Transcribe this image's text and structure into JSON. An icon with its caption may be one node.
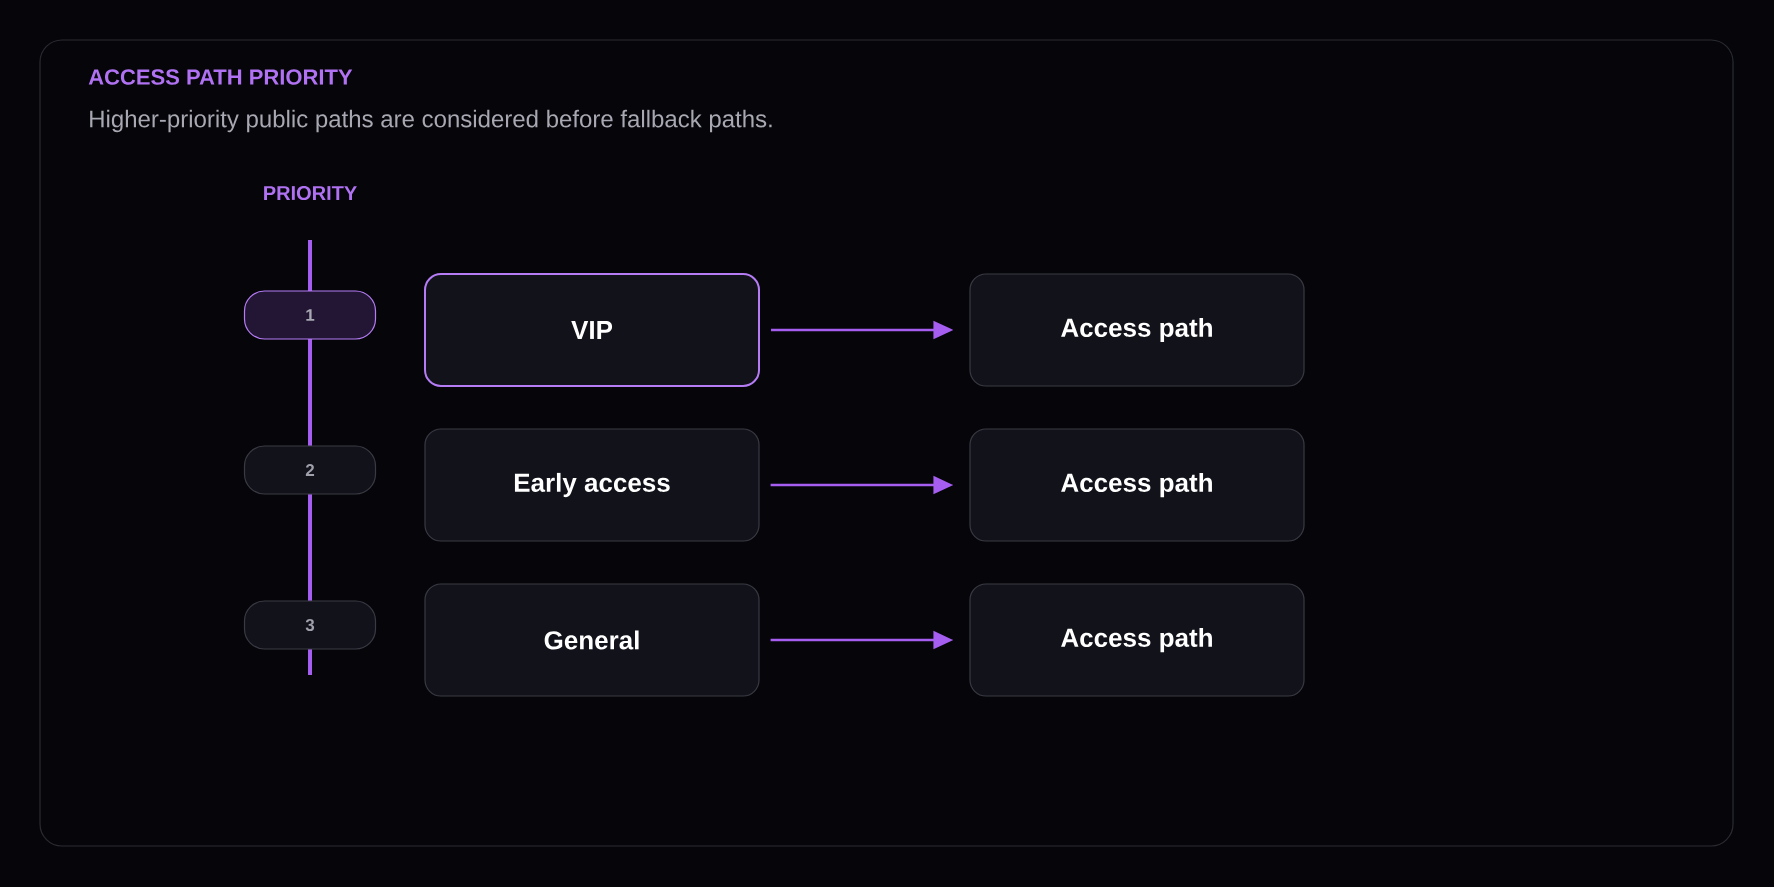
{
  "diagram": {
    "title": "ACCESS PATH PRIORITY",
    "nodes": [
      {
        "text": [
          "1"
        ]
      },
      {
        "text": [
          "VIP"
        ]
      },
      {
        "text": [
          "Access path"
        ]
      },
      {
        "text": [
          "2"
        ]
      },
      {
        "text": [
          "Early access"
        ]
      },
      {
        "text": [
          "Access path"
        ]
      },
      {
        "text": [
          "3"
        ]
      },
      {
        "text": [
          "General"
        ]
      },
      {
        "text": [
          "Access path"
        ]
      }
    ],
    "edges": [
      {
        "from": 1,
        "to": 2,
        "arrow": "to"
      },
      {
        "from": 4,
        "to": 5,
        "arrow": "to"
      },
      {
        "from": 7,
        "to": 8,
        "arrow": "to"
      }
    ],
    "labels": [
      "Higher-priority public paths are considered before fallback paths.",
      "PRIORITY"
    ]
  }
}
